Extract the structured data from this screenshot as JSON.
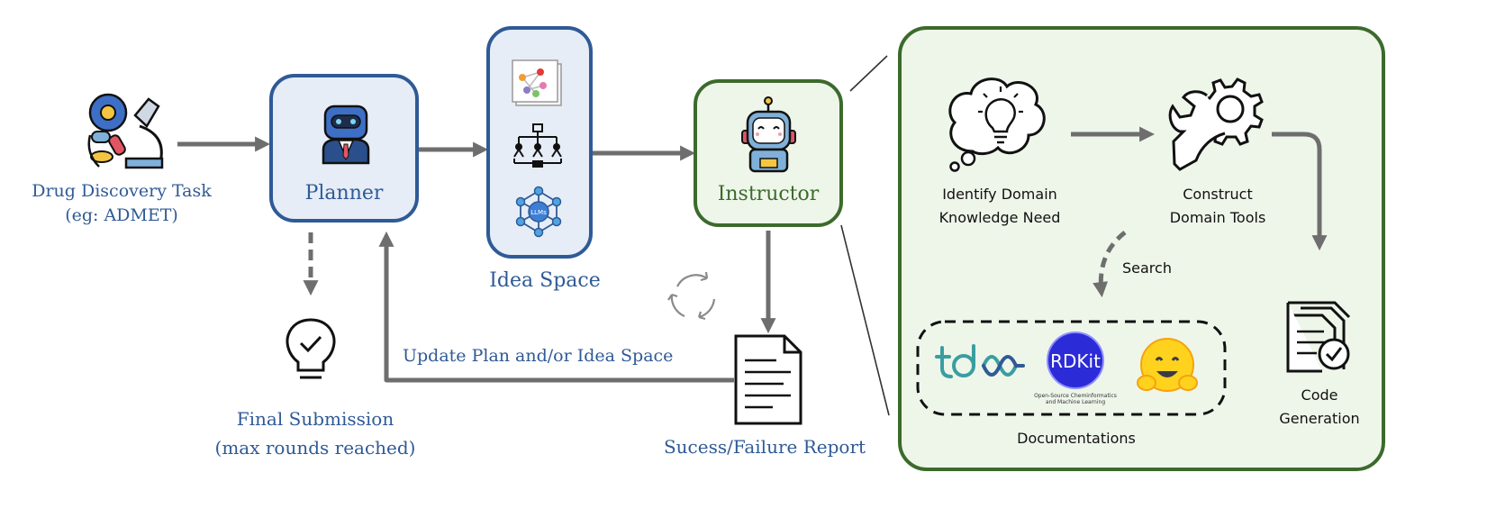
{
  "colors": {
    "blue": "#2f5a96",
    "blue_fill": "#e6edf7",
    "green": "#3c6a2c",
    "green_fill": "#eef6ea",
    "arrow": "#6e6e6e"
  },
  "task": {
    "line1": "Drug Discovery Task",
    "line2": "(eg: ADMET)",
    "icon": "microscope-lab-icon"
  },
  "planner": {
    "label": "Planner",
    "icon": "robot-businessman-icon"
  },
  "idea_space": {
    "label": "Idea Space",
    "icons": [
      "scatter-graph-icon",
      "tree-diagram-icon",
      "llm-network-icon"
    ]
  },
  "instructor": {
    "label": "Instructor",
    "icon": "robot-icon"
  },
  "final": {
    "line1": "Final Submission",
    "line2": "(max rounds reached)",
    "icon": "lightbulb-check-icon"
  },
  "update_label": "Update Plan and/or Idea Space",
  "report": {
    "label": "Sucess/Failure Report",
    "icon": "document-icon"
  },
  "detail": {
    "identify": {
      "line1": "Identify Domain",
      "line2": "Knowledge Need",
      "icon": "thought-bulb-icon"
    },
    "construct": {
      "line1": "Construct",
      "line2": "Domain Tools",
      "icon": "wrench-gear-icon"
    },
    "search_label": "Search",
    "docs": {
      "label": "Documentations",
      "logos": [
        {
          "name": "tdc-logo"
        },
        {
          "name": "rdkit-logo",
          "text": "RDKit",
          "subtext1": "Open-Source Cheminformatics",
          "subtext2": "and Machine Learning"
        },
        {
          "name": "huggingface-logo"
        }
      ]
    },
    "code": {
      "line1": "Code",
      "line2": "Generation",
      "icon": "code-document-check-icon"
    }
  }
}
